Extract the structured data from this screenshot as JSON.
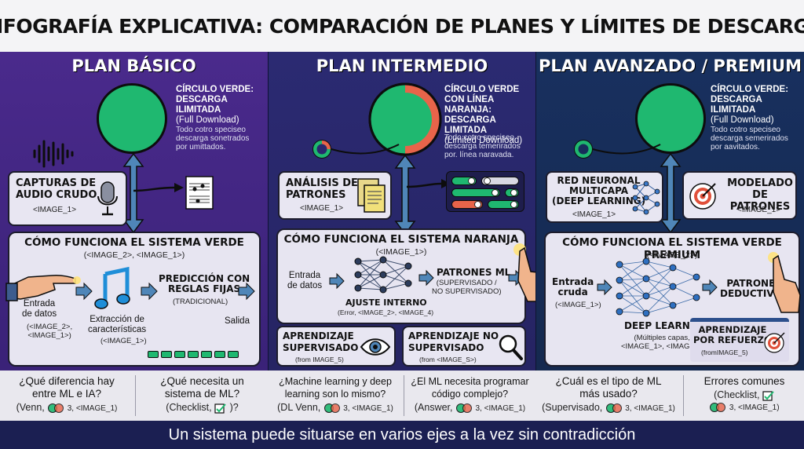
{
  "title": "INFOGRAFÍA EXPLICATIVA: COMPARACIÓN DE PLANES Y LÍMITES DE DESCARGA",
  "plans": [
    {
      "name": "PLAN BÁSICO",
      "circle_note": {
        "title_lines": [
          "CÍRCULO VERDE:",
          "DESCARGA ILIMITADA",
          "(Full Download)"
        ],
        "text_lines": [
          "Todo cotro speciseo",
          "descarga sonetrados",
          "por umittados."
        ]
      },
      "card": {
        "title_lines": [
          "CAPTURAS DE",
          "AUDIO CRUDO"
        ],
        "sub": "<IMAGE_1>"
      },
      "system": {
        "title": "CÓMO FUNCIONA EL SISTEMA VERDE",
        "sub": "(<IMAGE_2>, <IMAGE_1>)",
        "input_lines": [
          "Entrada",
          "de datos"
        ],
        "input_sub_lines": [
          "(<IMAGE_2>,",
          "<IMAGE_1>)"
        ],
        "extract_lines": [
          "Extracción de",
          "características"
        ],
        "extract_sub": "(<IMAGE_1>)",
        "predict_lines": [
          "PREDICCIÓN CON",
          "REGLAS FIJAS"
        ],
        "predict_sub": "(TRADICIONAL)",
        "output": "Salida"
      }
    },
    {
      "name": "PLAN INTERMEDIO",
      "circle_note": {
        "title_lines": [
          "CÍRCULO VERDE",
          "CON LÍNEA NARANJA:",
          "DESCARGA LIMITADA",
          "(Limited Download)"
        ],
        "text_lines": [
          "Todo cotro speciseo",
          "descarga temerirados",
          "por. línea naravada."
        ]
      },
      "card": {
        "title_lines": [
          "ANÁLISIS DE",
          "PATRONES"
        ],
        "sub": "<IMAGE_1>"
      },
      "system": {
        "title": "CÓMO FUNCIONA EL SISTEMA NARANJA",
        "sub": "(<IMAGE_1>)",
        "input_lines": [
          "Entrada",
          "de datos"
        ],
        "adjust": "AJUSTE INTERNO",
        "adjust_sub": "(Error, <IMAGE_2>, <IMAGE_4)",
        "patterns": "PATRONES ML",
        "patterns_sub_lines": [
          "(SUPERVISADO /",
          "NO SUPERVISADO)"
        ]
      },
      "mini_cards": [
        {
          "title_lines": [
            "APRENDIZAJE",
            "SUPERVISADO"
          ],
          "sub": "(from  IMAGE_5)"
        },
        {
          "title_lines": [
            "APRENDIZAJE NO",
            "SUPERVISADO"
          ],
          "sub": "(from <IMAGE_S>)"
        }
      ]
    },
    {
      "name": "PLAN AVANZADO / PREMIUM",
      "circle_note": {
        "title_lines": [
          "CÍRCULO VERDE:",
          "DESCARGA ILIMITADA",
          "(Full Download)"
        ],
        "text_lines": [
          "Todo cotro speciseo",
          "descarga semerirados",
          "por aavitados."
        ]
      },
      "cards": [
        {
          "title_lines": [
            "RED NEURONAL",
            "MULTICAPA",
            "(DEEP LEARNING)"
          ],
          "sub": "<IMAGE_1>"
        },
        {
          "title_lines": [
            "MODELADO DE",
            "PATRONES"
          ],
          "sub": "<IMAGE_1>"
        }
      ],
      "system": {
        "title": "CÓMO FUNCIONA EL SISTEMA VERDE PREMIUM",
        "sub": "(<IMAGE_2>)",
        "input_lines": [
          "Entrada",
          "cruda"
        ],
        "input_sub": "(<IMAGE_1>)",
        "patterns_lines": [
          "PATRONES",
          "DEDUCTIVOS"
        ],
        "deep": "DEEP LEARNING",
        "deep_sub_lines": [
          "(Múltiples capas,",
          "<IMAGE_1>, <IMAGE_4"
        ],
        "reinforce_lines": [
          "APRENDIZAJE",
          "POR REFUERZO"
        ],
        "reinforce_sub": "(fromIMAGE_5)"
      }
    }
  ],
  "faq": [
    {
      "q_lines": [
        "¿Qué diferencia hay",
        "entre ML e IA?"
      ],
      "a_pre": "(Venn,",
      "a_post": "3, <IMAGE_1)"
    },
    {
      "q_lines": [
        "¿Qué necesita un",
        "sistema de ML?"
      ],
      "a_pre": "(Checklist,",
      "a_post": ")?"
    },
    {
      "q_lines": [
        "¿Machine learning y deep",
        "learning son lo mismo?"
      ],
      "a_pre": "(DL Venn,",
      "a_post": "3, <IMAGE_1)"
    },
    {
      "q_lines": [
        "¿El ML necesita programar",
        "código complejo?"
      ],
      "a_pre": "(Answer,",
      "a_post": "3, <IMAGE_1)"
    },
    {
      "q_lines": [
        "¿Cuál es el tipo de ML",
        "más usado?"
      ],
      "a_pre": "(Supervisado,",
      "a_post": "3, <IMAGE_1)"
    },
    {
      "q_lines": [
        "Errores comunes",
        ""
      ],
      "a_pre": "(Checklist,",
      "a_post": "3, <IMAGE_1)"
    }
  ],
  "footer": "Un sistema puede situarse en varios ejes a la vez sin contradicción",
  "colors": {
    "green": "#1fb870",
    "orange": "#e8644a",
    "arrow": "#4f86b8",
    "col1": "#4a2a8c",
    "col2": "#2b2a72",
    "col3": "#18305f"
  },
  "icons": [
    "audio-wave-icon",
    "microphone-icon",
    "sheet-music-icon",
    "pointing-hand-icon",
    "music-note-icon",
    "documents-icon",
    "toggle-switches-icon",
    "neural-network-icon",
    "eye-icon",
    "magnifier-icon",
    "target-icon",
    "venn-icon",
    "checkbox-icon"
  ]
}
